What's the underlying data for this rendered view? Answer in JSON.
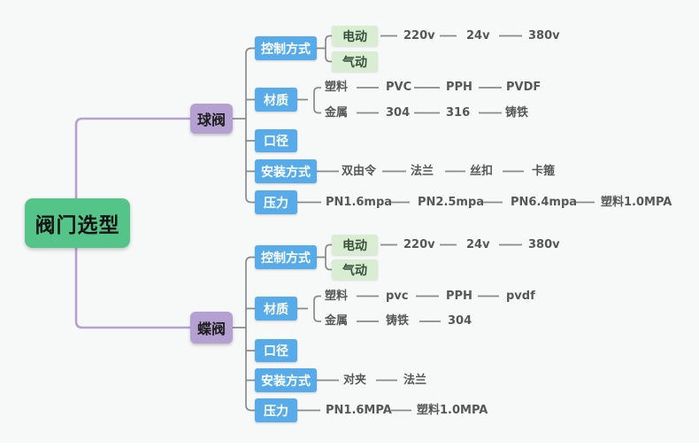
{
  "root": {
    "label": "阀门选型"
  },
  "branches": {
    "ball": {
      "label": "球阀",
      "control": {
        "label": "控制方式",
        "electric": "电动",
        "pneumatic": "气动",
        "electric_chain": [
          "220v",
          "24v",
          "380v"
        ]
      },
      "material": {
        "label": "材质",
        "plastic": "塑料",
        "plastic_chain": [
          "PVC",
          "PPH",
          "PVDF"
        ],
        "metal": "金属",
        "metal_chain": [
          "304",
          "316",
          "铸铁"
        ]
      },
      "diameter": {
        "label": "口径"
      },
      "install": {
        "label": "安装方式",
        "chain": [
          "双由令",
          "法兰",
          "丝扣",
          "卡箍"
        ]
      },
      "pressure": {
        "label": "压力",
        "chain": [
          "PN1.6mpa",
          "PN2.5mpa",
          "PN6.4mpa",
          "塑料1.0MPA"
        ]
      }
    },
    "butterfly": {
      "label": "蝶阀",
      "control": {
        "label": "控制方式",
        "electric": "电动",
        "pneumatic": "气动",
        "electric_chain": [
          "220v",
          "24v",
          "380v"
        ]
      },
      "material": {
        "label": "材质",
        "plastic": "塑料",
        "plastic_chain": [
          "pvc",
          "PPH",
          "pvdf"
        ],
        "metal": "金属",
        "metal_chain": [
          "铸铁",
          "304"
        ]
      },
      "diameter": {
        "label": "口径"
      },
      "install": {
        "label": "安装方式",
        "chain": [
          "对夹",
          "法兰"
        ]
      },
      "pressure": {
        "label": "压力",
        "chain": [
          "PN1.6MPA",
          "塑料1.0MPA"
        ]
      }
    }
  },
  "colors": {
    "canvas_bg": "#f7f8f8",
    "root_bg": "#55c488",
    "branch_bg": "#b5a0d2",
    "topic_bg": "#56abe8",
    "subtopic_bg": "#d8edd2",
    "connector_purple": "#b5a0d2",
    "connector_gray": "#8a8a8a",
    "leaf_text": "#575757"
  }
}
